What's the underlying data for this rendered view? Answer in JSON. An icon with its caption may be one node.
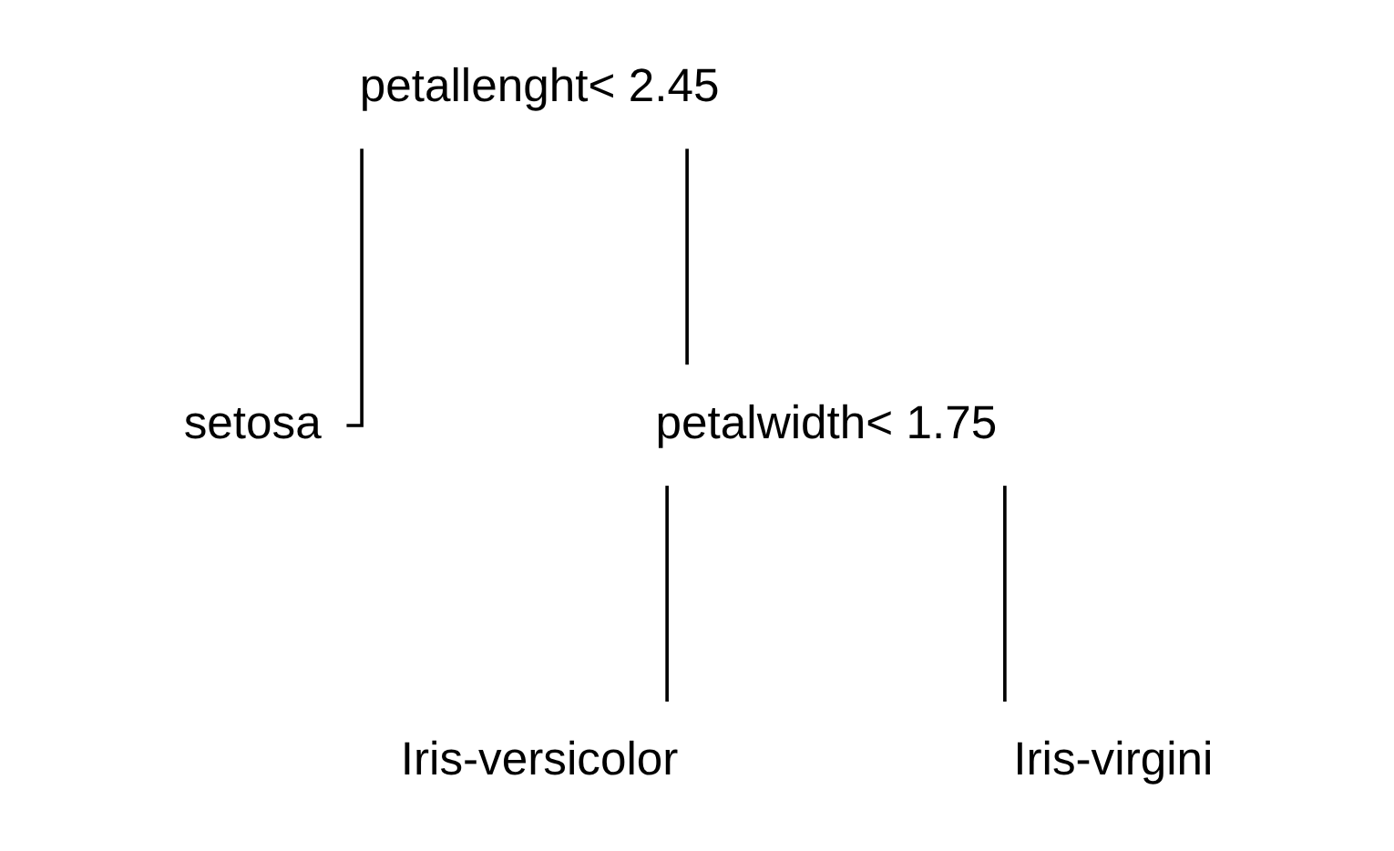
{
  "diagram": {
    "nodes": [
      {
        "text": [
          "petallenght< 2.45"
        ]
      },
      {
        "text": [
          "setosa"
        ]
      },
      {
        "text": [
          "petalwidth< 1.75"
        ]
      },
      {
        "text": [
          "Iris-versicolor"
        ]
      },
      {
        "text": [
          "Iris-virgini"
        ]
      }
    ],
    "edges": [
      {
        "from": 0,
        "to": 1,
        "arrow": "none"
      },
      {
        "from": 0,
        "to": 2,
        "arrow": "none"
      },
      {
        "from": 2,
        "to": 3,
        "arrow": "none"
      },
      {
        "from": 2,
        "to": 4,
        "arrow": "none"
      }
    ]
  }
}
